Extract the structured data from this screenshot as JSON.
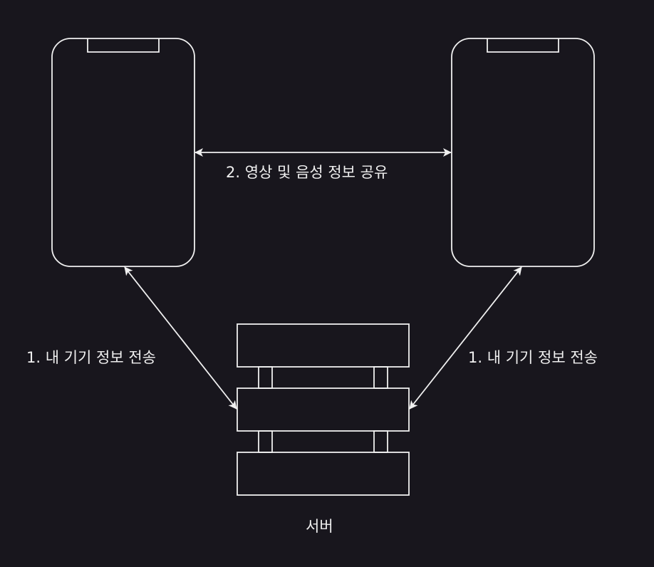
{
  "colors": {
    "background": "#18161d",
    "stroke": "#f0f0f0",
    "text": "#f0f0f0"
  },
  "nodes": {
    "left_phone": {
      "icon": "smartphone-icon"
    },
    "right_phone": {
      "icon": "smartphone-icon"
    },
    "server": {
      "icon": "server-rack-icon",
      "label": "서버"
    }
  },
  "edges": {
    "peer_link": {
      "label": "2. 영상 및 음성 정보 공유",
      "direction": "both"
    },
    "left_to_server": {
      "label": "1. 내 기기 정보 전송",
      "direction": "both"
    },
    "right_to_server": {
      "label": "1. 내 기기 정보 전송",
      "direction": "both"
    }
  }
}
